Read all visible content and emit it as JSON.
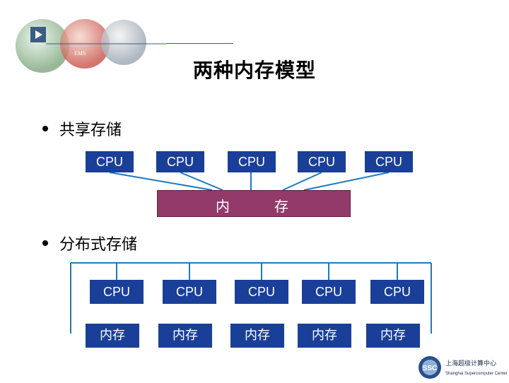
{
  "title": "两种内存模型",
  "shared": {
    "bullet": "共享存储",
    "cpus": [
      "CPU",
      "CPU",
      "CPU",
      "CPU",
      "CPU"
    ],
    "memory_chars": [
      "内",
      "存"
    ]
  },
  "distributed": {
    "bullet": "分布式存储",
    "cpus": [
      "CPU",
      "CPU",
      "CPU",
      "CPU",
      "CPU"
    ],
    "memories": [
      "内存",
      "内存",
      "内存",
      "内存",
      "内存"
    ]
  },
  "logo": {
    "top_text": "EMS",
    "bottom_abbr": "SSC",
    "bottom_cn": "上海超级计算中心",
    "bottom_en": "Shanghai Supercomputer Center"
  },
  "colors": {
    "box_blue": "#1a3f98",
    "memory_purple": "#933a6a",
    "line_blue": "#1b7bc0"
  }
}
